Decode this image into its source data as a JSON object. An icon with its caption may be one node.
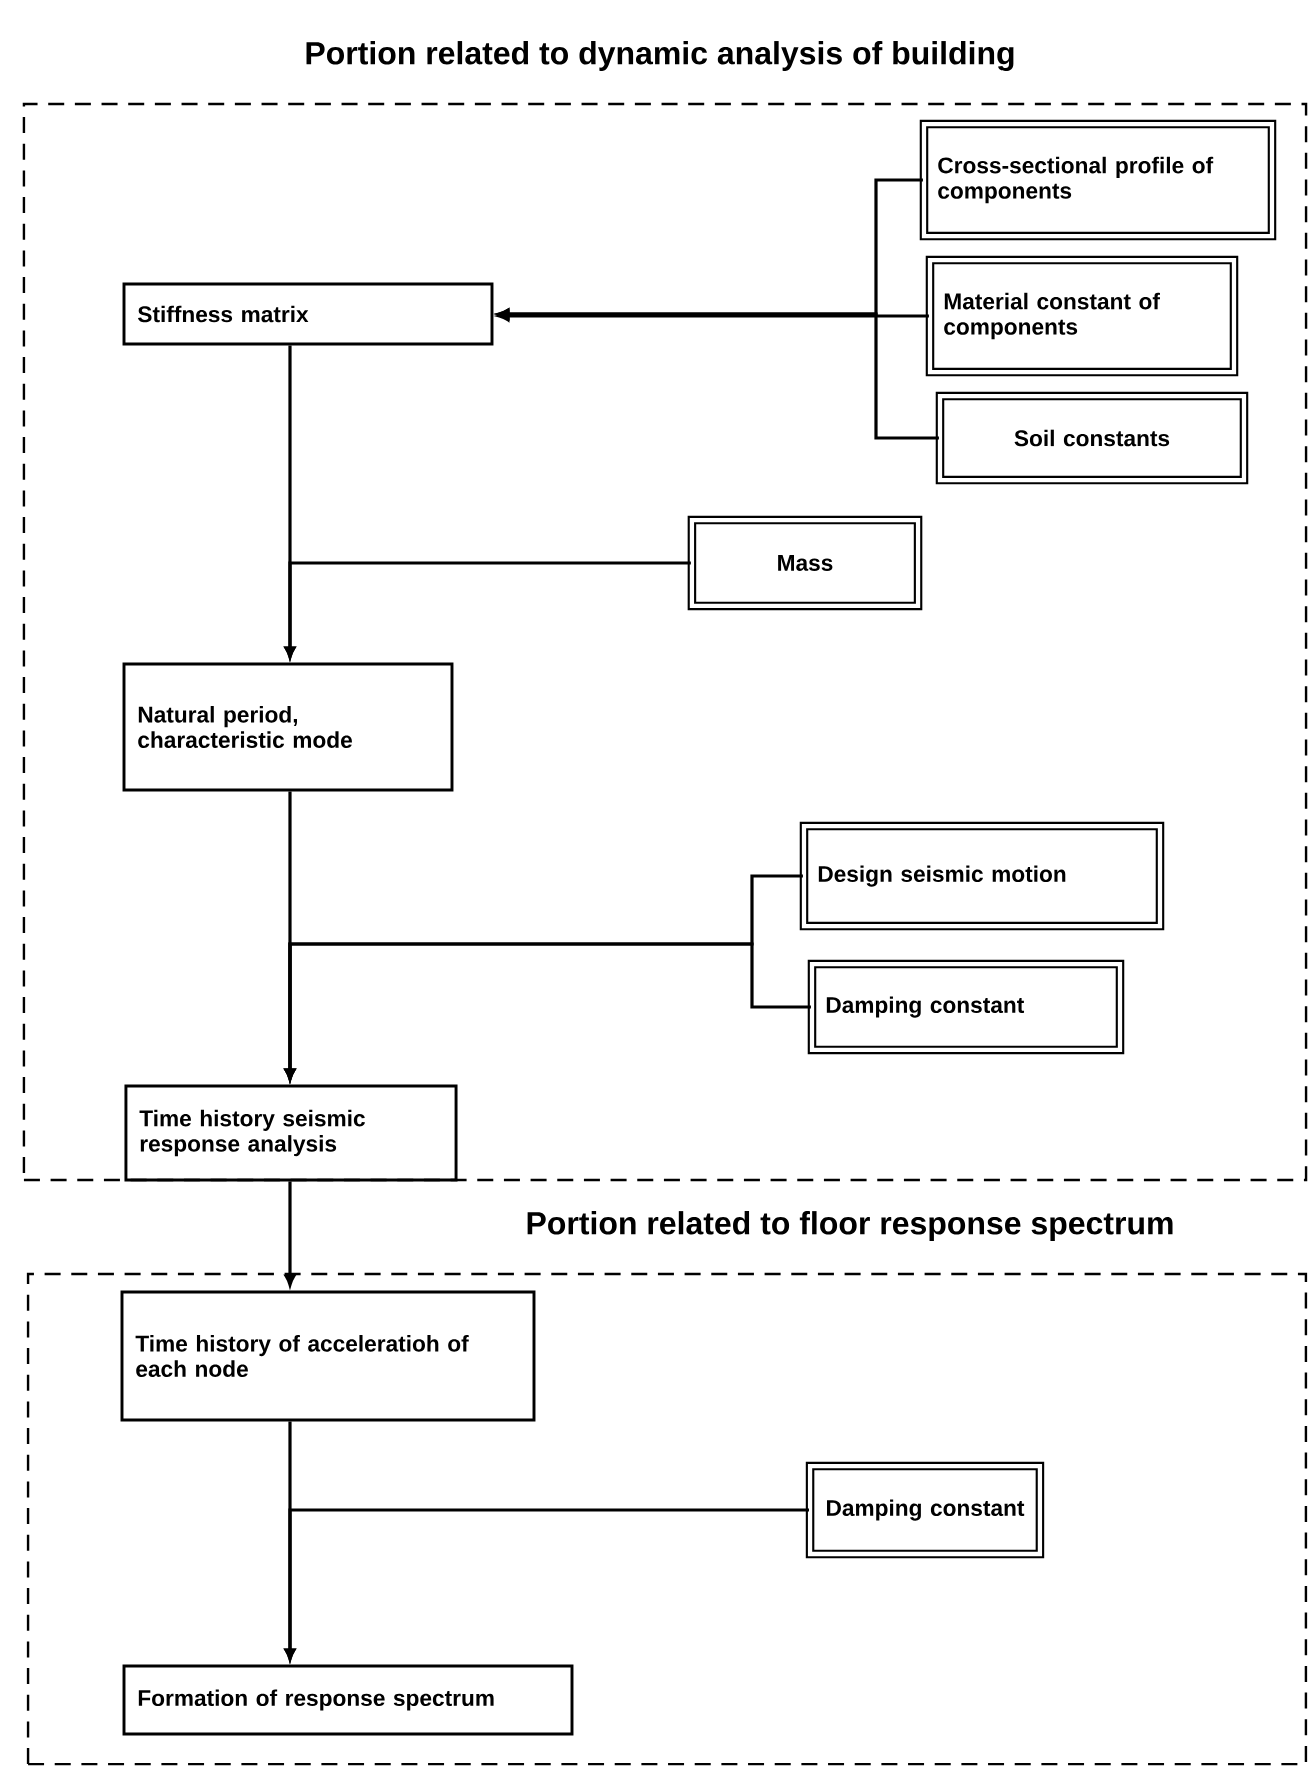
{
  "diagram": {
    "nodes": [
      {
        "text": [
          "Portion related to dynamic analysis of building"
        ]
      },
      {
        "text": [
          "Stiffness matrix"
        ],
        "in": 0
      },
      {
        "text": [
          "Cross-sectional profile of components"
        ],
        "in": 0
      },
      {
        "text": [
          "Material constant of components"
        ],
        "in": 0
      },
      {
        "text": [
          "Soil constants"
        ],
        "in": 0
      },
      {
        "text": [
          "Mass"
        ],
        "in": 0
      },
      {
        "text": [
          "Natural period, characteristic mode"
        ],
        "in": 0
      },
      {
        "text": [
          "Design seismic motion"
        ],
        "in": 0
      },
      {
        "text": [
          "Damping constant"
        ],
        "in": 0
      },
      {
        "text": [
          "Time history seismic response analysis"
        ],
        "in": 0
      },
      {
        "text": [
          "Portion related to floor response spectrum"
        ]
      },
      {
        "text": [
          "Time history of acceleratioh of each node"
        ],
        "in": 10
      },
      {
        "text": [
          "Damping constant"
        ],
        "in": 10
      },
      {
        "text": [
          "Formation of response spectrum"
        ],
        "in": 10
      }
    ],
    "edges": [
      {
        "from": 2,
        "to": 1,
        "arrow": "to"
      },
      {
        "from": 3,
        "to": 1,
        "arrow": "to"
      },
      {
        "from": 4,
        "to": 1,
        "arrow": "to"
      },
      {
        "from": 1,
        "to": 6,
        "arrow": "to"
      },
      {
        "from": 5,
        "to": 6,
        "arrow": "to"
      },
      {
        "from": 6,
        "to": 9,
        "arrow": "to"
      },
      {
        "from": 7,
        "to": 9,
        "arrow": "to"
      },
      {
        "from": 8,
        "to": 9,
        "arrow": "to"
      },
      {
        "from": 9,
        "to": 11,
        "arrow": "to"
      },
      {
        "from": 11,
        "to": 13,
        "arrow": "to"
      },
      {
        "from": 12,
        "to": 13,
        "arrow": "to"
      }
    ]
  }
}
